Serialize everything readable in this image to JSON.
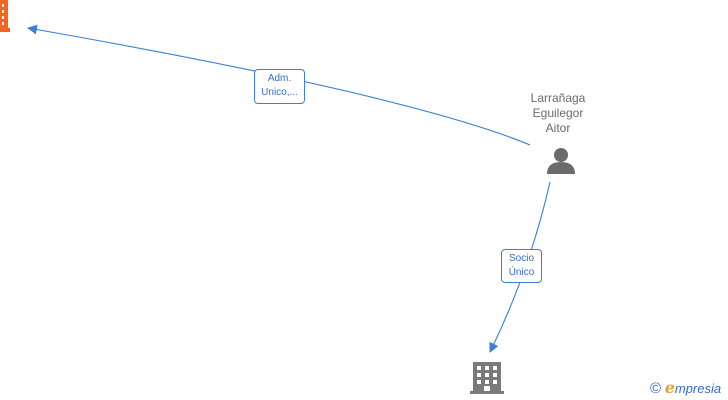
{
  "person": {
    "name_lines": [
      "Larrañaga",
      "Eguilegor",
      "Aitor"
    ],
    "icon": "person-icon",
    "color": "#6b6b6b"
  },
  "company_top": {
    "icon": "building-icon",
    "color": "#f26522"
  },
  "company_bottom": {
    "icon": "building-icon",
    "color": "#7a7a7a"
  },
  "edges": [
    {
      "label_lines": [
        "Adm.",
        "Unico,..."
      ],
      "color": "#3b7fd4"
    },
    {
      "label_lines": [
        "Socio",
        "Único"
      ],
      "color": "#3b7fd4"
    }
  ],
  "footer": {
    "copyright_symbol": "©",
    "brand_initial": "e",
    "brand_rest": "mpresia"
  }
}
